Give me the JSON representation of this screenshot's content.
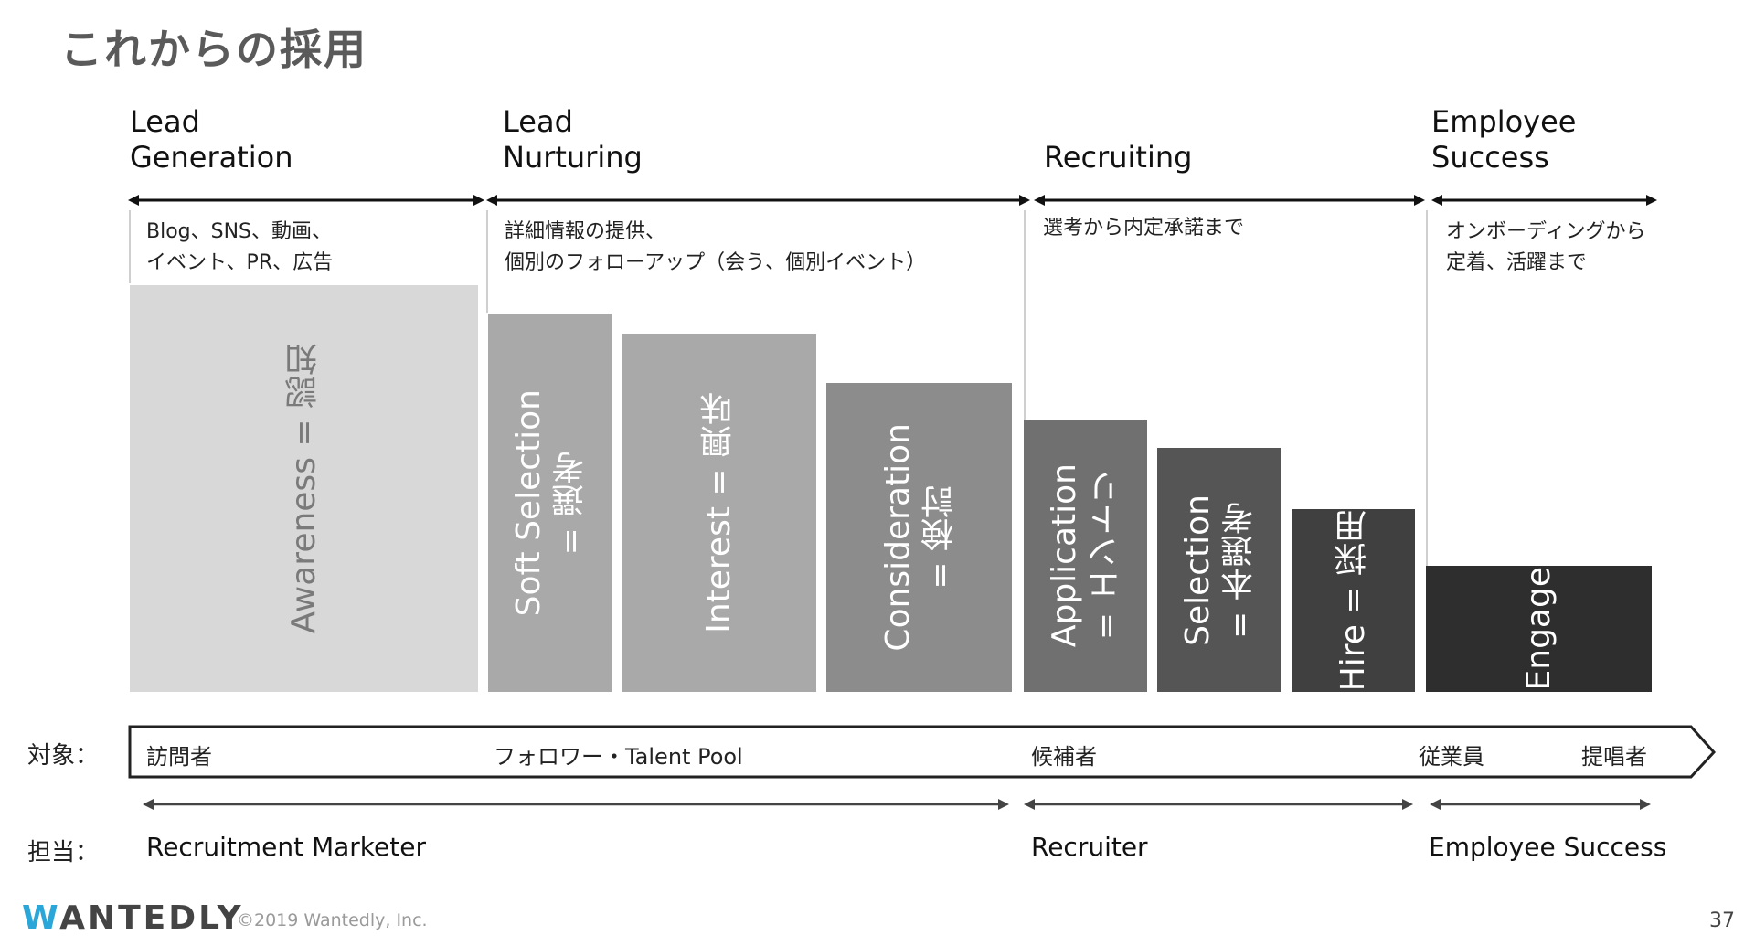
{
  "title": "これからの採用",
  "phases": [
    {
      "label": "Lead\nGeneration",
      "desc": "Blog、SNS、動画、\nイベント、PR、広告"
    },
    {
      "label": "Lead\nNurturing",
      "desc": "詳細情報の提供、\n個別のフォローアップ（会う、個別イベント）"
    },
    {
      "label": "Recruiting",
      "desc": "選考から内定承諾まで"
    },
    {
      "label": "Employee\nSuccess",
      "desc": "オンボーディングから\n定着、活躍まで"
    }
  ],
  "stages": [
    {
      "label": "Awareness = 認知",
      "color": "#d8d8d8",
      "text_color": "#7a7a7a",
      "level": 1.0
    },
    {
      "label": "Soft Selection\n= 選考",
      "color": "#a9a9a9",
      "text_color": "#ffffff",
      "level": 0.93
    },
    {
      "label": "Interest = 興味",
      "color": "#a9a9a9",
      "text_color": "#ffffff",
      "level": 0.88
    },
    {
      "label": "Consideration\n= 検討",
      "color": "#8c8c8c",
      "text_color": "#ffffff",
      "level": 0.76
    },
    {
      "label": "Application\n= エントリ",
      "color": "#707070",
      "text_color": "#ffffff",
      "level": 0.67
    },
    {
      "label": "Selection\n= 本選考",
      "color": "#555555",
      "text_color": "#ffffff",
      "level": 0.6
    },
    {
      "label": "Hire = 採用",
      "color": "#404040",
      "text_color": "#ffffff",
      "level": 0.45
    },
    {
      "label": "Engage",
      "color": "#2e2e2e",
      "text_color": "#ffffff",
      "level": 0.31
    }
  ],
  "target_row": {
    "label": "対象：",
    "items": [
      "訪問者",
      "フォロワー・Talent Pool",
      "候補者",
      "従業員",
      "提唱者"
    ]
  },
  "owner_row": {
    "label": "担当：",
    "items": [
      "Recruitment Marketer",
      "Recruiter",
      "Employee Success"
    ]
  },
  "footer": {
    "logo_first": "W",
    "logo_rest": "ANTEDLY",
    "copyright": "©2019 Wantedly, Inc.",
    "page": "37"
  }
}
